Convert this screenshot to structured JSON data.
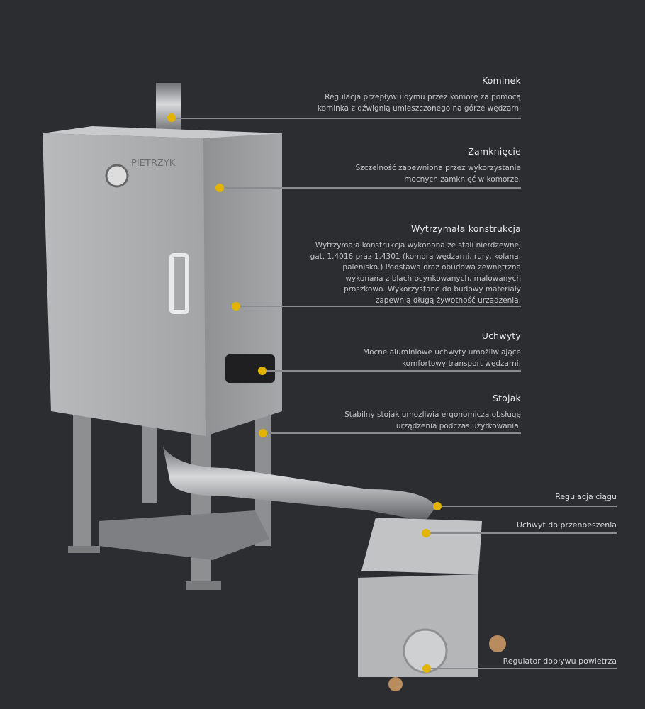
{
  "brand": "PIETRZYK",
  "accent_color": "#e2b400",
  "features": [
    {
      "title": "Kominek",
      "lines": [
        "Regulacja przepływu  dymu przez komorę za pomocą",
        "kominka z dźwignią umieszczonego na górze wędzarni"
      ]
    },
    {
      "title": "Zamknięcie",
      "lines": [
        "Szczelność zapewniona przez wykorzystanie",
        "mocnych zamknięć w komorze."
      ]
    },
    {
      "title": "Wytrzymała konstrukcja",
      "lines": [
        "Wytrzymała konstrukcja wykonana ze stali nierdzewnej",
        "gat. 1.4016 praz 1.4301 (komora wędzarni, rury, kolana,",
        "palenisko.) Podstawa oraz obudowa zewnętrzna",
        "wykonana z blach ocynkowanych, malowanych",
        "proszkowo. Wykorzystane do budowy materiały",
        "zapewnią długą żywotność urządzenia."
      ]
    },
    {
      "title": "Uchwyty",
      "lines": [
        "Mocne aluminiowe uchwyty umożliwiające",
        "komfortowy transport wędzarni."
      ]
    },
    {
      "title": "Stojak",
      "lines": [
        "Stabilny stojak umozliwia ergonomiczą obsługę",
        "urządzenia podczas użytkowania."
      ]
    }
  ],
  "labels": [
    "Regulacja ciągu",
    "Uchwyt do przenoeszenia",
    "Regulator dopływu powietrza"
  ]
}
